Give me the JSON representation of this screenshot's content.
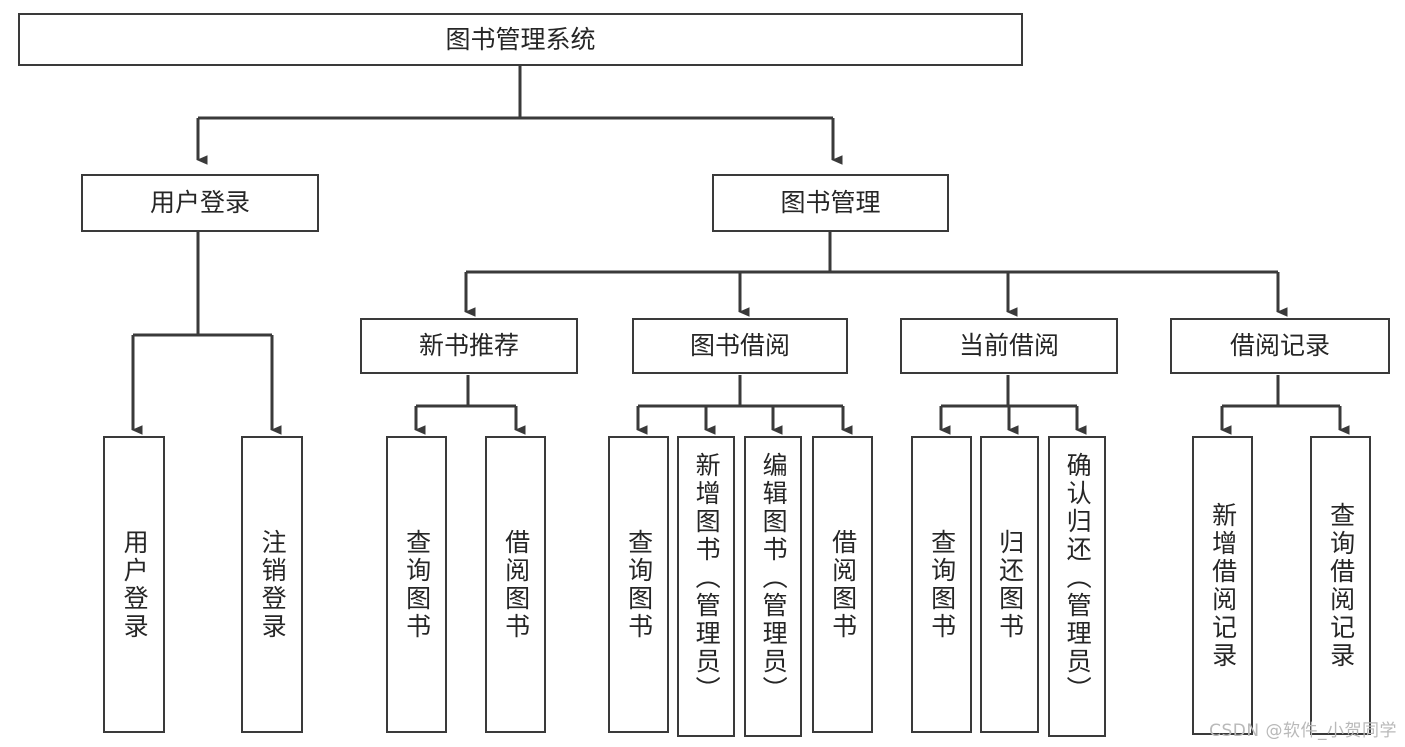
{
  "diagram": {
    "type": "tree",
    "title": "图书管理系统",
    "background_color": "#ffffff",
    "line_color": "#3a3a3a",
    "text_color": "#262626",
    "root": {
      "label": "图书管理系统"
    },
    "level2": [
      {
        "label": "用户登录"
      },
      {
        "label": "图书管理"
      }
    ],
    "level3": [
      {
        "label": "新书推荐"
      },
      {
        "label": "图书借阅"
      },
      {
        "label": "当前借阅"
      },
      {
        "label": "借阅记录"
      }
    ],
    "leaves": {
      "user_login": [
        {
          "label": "用户登录"
        },
        {
          "label": "注销登录"
        }
      ],
      "new_book_recommend": [
        {
          "label": "查询图书"
        },
        {
          "label": "借阅图书"
        }
      ],
      "book_borrow": [
        {
          "label": "查询图书"
        },
        {
          "label": "新增图书（管理员）"
        },
        {
          "label": "编辑图书（管理员）"
        },
        {
          "label": "借阅图书"
        }
      ],
      "current_borrow": [
        {
          "label": "查询图书"
        },
        {
          "label": "归还图书"
        },
        {
          "label": "确认归还（管理员）"
        }
      ],
      "borrow_record": [
        {
          "label": "新增借阅记录"
        },
        {
          "label": "查询借阅记录"
        }
      ]
    }
  },
  "watermark": {
    "text": "CSDN @软件_小贺同学"
  }
}
